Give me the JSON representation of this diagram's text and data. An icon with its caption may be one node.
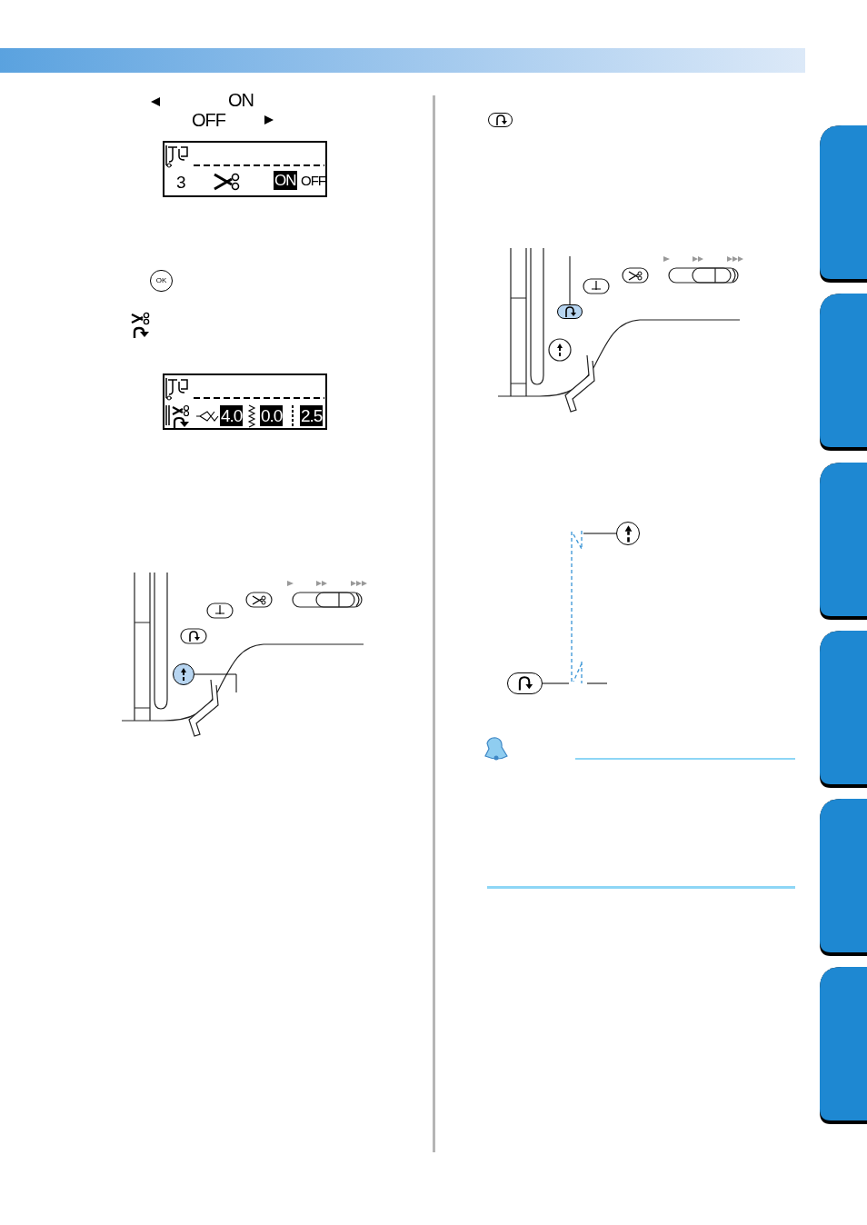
{
  "diagram": {
    "nodes": [
      {
        "text": [
          "OK"
        ]
      },
      {
        "text": [],
        "shape": "circle"
      },
      {
        "text": [],
        "shape": "box"
      },
      {
        "text": [],
        "shape": "circle"
      },
      {
        "text": [],
        "shape": "box"
      },
      {
        "text": [],
        "shape": "line"
      }
    ],
    "edges": [
      {
        "from": 1,
        "to": null,
        "arrow": "none"
      },
      {
        "from": 2,
        "to": null,
        "arrow": "none"
      },
      {
        "from": 3,
        "to": 5,
        "arrow": "none"
      },
      {
        "from": 4,
        "to": 5,
        "arrow": "none"
      },
      {
        "from": 5,
        "to": null,
        "arrow": "none"
      }
    ],
    "labels": [
      "ON",
      "OFF",
      "3",
      "ON",
      "OFF",
      "4.0",
      "0.0",
      "2.5"
    ]
  }
}
